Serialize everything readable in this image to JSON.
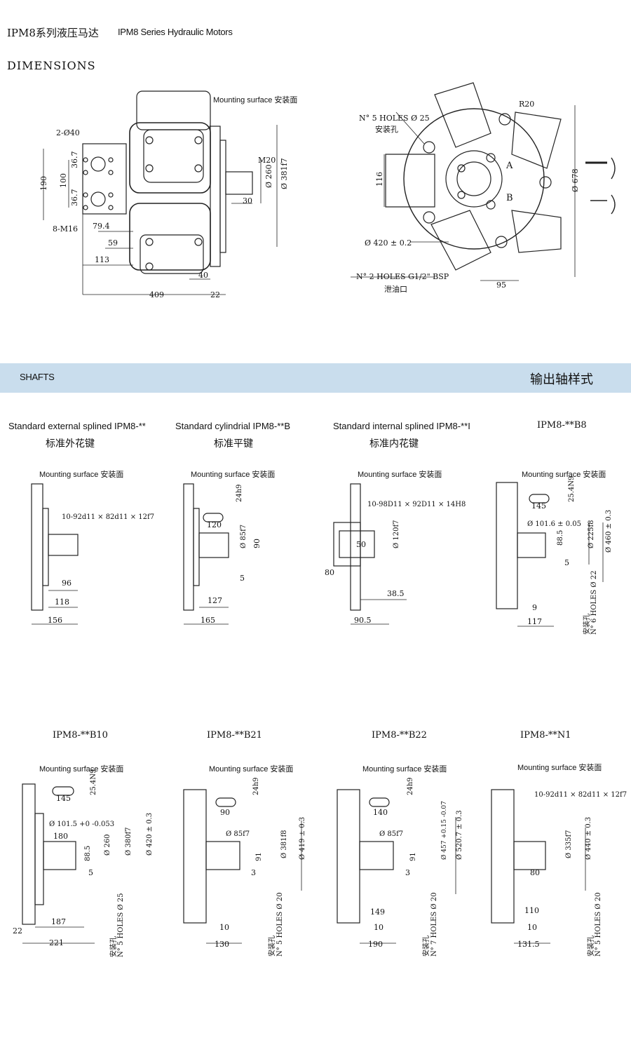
{
  "header": {
    "title_cn": "IPM8系列液压马达",
    "title_en": "IPM8 Series Hydraulic Motors",
    "dimensions_label": "DIMENSIONS"
  },
  "main_drawing": {
    "mounting_surface": "Mounting surface 安装面",
    "labels": {
      "holes_40": "2-Ø40",
      "d190": "190",
      "d100": "100",
      "d36a": "36.7",
      "d36b": "36.7",
      "m16": "8-M16",
      "d79": "79.4",
      "d59": "59",
      "d113": "113",
      "d40": "40",
      "d409": "409",
      "d22": "22",
      "m20": "M20",
      "d30": "30",
      "phi260": "Ø 260",
      "phi381": "Ø 381f7"
    }
  },
  "front_view": {
    "holes5": "N° 5 HOLES Ø 25",
    "holes5_cn": "安装孔",
    "r20": "R20",
    "d116": "116",
    "phi678": "Ø 678",
    "phi420": "Ø 420 ± 0.2",
    "port_a": "A",
    "port_b": "B",
    "holes2": "N° 2 HOLES G1/2\" BSP",
    "holes2_cn": "泄油口",
    "d95": "95"
  },
  "section": {
    "left": "SHAFTS",
    "right": "输出轴样式"
  },
  "shafts": [
    {
      "title": "Standard  external splined IPM8-**",
      "subtitle": "标准外花键",
      "mount": "Mounting surface 安装面",
      "dims": [
        "10-92d11 × 82d11 × 12f7",
        "96",
        "118",
        "156"
      ]
    },
    {
      "title": "Standard  cylindrial IPM8-**B",
      "subtitle": "标准平键",
      "mount": "Mounting surface 安装面",
      "dims": [
        "24h9",
        "120",
        "Ø 85f7",
        "90",
        "5",
        "127",
        "165"
      ]
    },
    {
      "title": "Standard internal splined IPM8-**I",
      "subtitle": "标准内花键",
      "mount": "Mounting surface 安装面",
      "dims": [
        "10-98D11 × 92D11 × 14H8",
        "50",
        "Ø 120f7",
        "80",
        "38.5",
        "90.5"
      ]
    },
    {
      "title": "IPM8-**B8",
      "subtitle": "",
      "mount": "Mounting surface 安装面",
      "dims": [
        "25.4N9",
        "145",
        "Ø 101.6 ± 0.05",
        "88.5",
        "Ø 225f8",
        "Ø 460 ± 0.3",
        "5",
        "9",
        "117",
        "N° 6 HOLES Ø 22",
        "安装孔"
      ]
    },
    {
      "title": "IPM8-**B10",
      "subtitle": "",
      "mount": "Mounting surface 安装面",
      "dims": [
        "25.4N9",
        "145",
        "Ø 101.5 +0 -0.053",
        "180",
        "88.5",
        "Ø 260",
        "Ø 380f7",
        "Ø 420 ± 0.3",
        "5",
        "187",
        "22",
        "221",
        "N° 5 HOLES Ø 25",
        "安装孔"
      ]
    },
    {
      "title": "IPM8-**B21",
      "subtitle": "",
      "mount": "Mounting surface 安装面",
      "dims": [
        "24h9",
        "90",
        "Ø 85f7",
        "91",
        "Ø 381f8",
        "Ø 419 ± 0.3",
        "3",
        "10",
        "130",
        "N° 5 HOLES Ø 20",
        "安装孔"
      ]
    },
    {
      "title": "IPM8-**B22",
      "subtitle": "",
      "mount": "Mounting surface 安装面",
      "dims": [
        "24h9",
        "140",
        "Ø 85f7",
        "91",
        "Ø 457 +0.15 -0.07",
        "Ø 520.7 ± 0.3",
        "3",
        "149",
        "10",
        "190",
        "N° 7 HOLES Ø 20",
        "安装孔"
      ]
    },
    {
      "title": "IPM8-**N1",
      "subtitle": "",
      "mount": "Mounting surface 安装面",
      "dims": [
        "10-92d11 × 82d11 × 12f7",
        "Ø 335f7",
        "Ø 440 ± 0.3",
        "80",
        "110",
        "10",
        "131.5",
        "N° 5 HOLES Ø 20",
        "安装孔"
      ]
    }
  ]
}
